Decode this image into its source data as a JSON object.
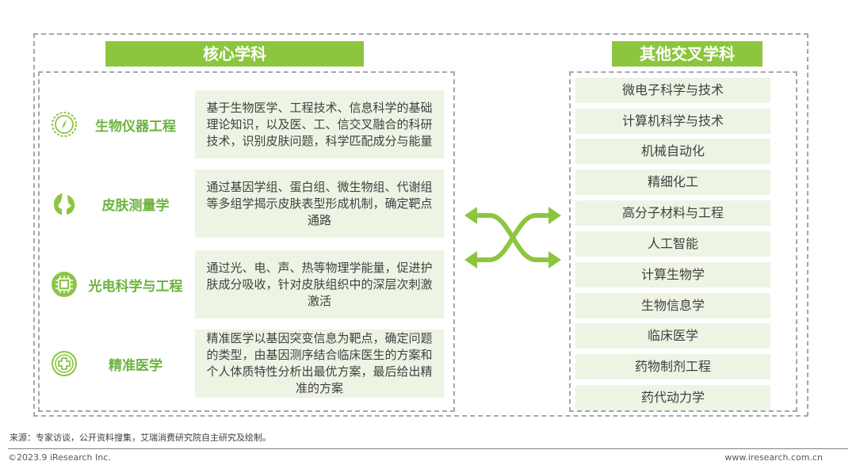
{
  "core": {
    "title": "核心学科",
    "items": [
      {
        "name": "生物仪器工程",
        "icon": "compass-icon",
        "desc": "基于生物医学、工程技术、信息科学的基础理论知识，以及医、工、信交叉融合的科研技术，识别皮肤问题，科学匹配成分与能量"
      },
      {
        "name": "皮肤测量学",
        "icon": "face-profile-icon",
        "desc": "通过基因学组、蛋白组、微生物组、代谢组等多组学揭示皮肤表型形成机制，确定靶点通路"
      },
      {
        "name": "光电科学与工程",
        "icon": "chip-icon",
        "desc": "通过光、电、声、热等物理学能量，促进护肤成分吸收，针对皮肤组织中的深层次刺激激活"
      },
      {
        "name": "精准医学",
        "icon": "medical-cross-icon",
        "desc": "精准医学以基因突变信息为靶点，确定问题的类型，由基因测序结合临床医生的方案和个人体质特性分析出最优方案，最后给出精准的方案"
      }
    ]
  },
  "other": {
    "title": "其他交叉学科",
    "items": [
      "微电子科学与技术",
      "计算机科学与技术",
      "机械自动化",
      "精细化工",
      "高分子材料与工程",
      "人工智能",
      "计算生物学",
      "生物信息学",
      "临床医学",
      "药物制剂工程",
      "药代动力学"
    ]
  },
  "colors": {
    "accent": "#8cc63f",
    "accent_dark": "#6db33f",
    "cell_bg": "#eef4e4"
  },
  "footer": {
    "source": "来源：专家访谈，公开资料搜集，艾瑞消费研究院自主研究及绘制。",
    "copyright": "©2023.9 iResearch Inc.",
    "site": "www.iresearch.com.cn"
  }
}
